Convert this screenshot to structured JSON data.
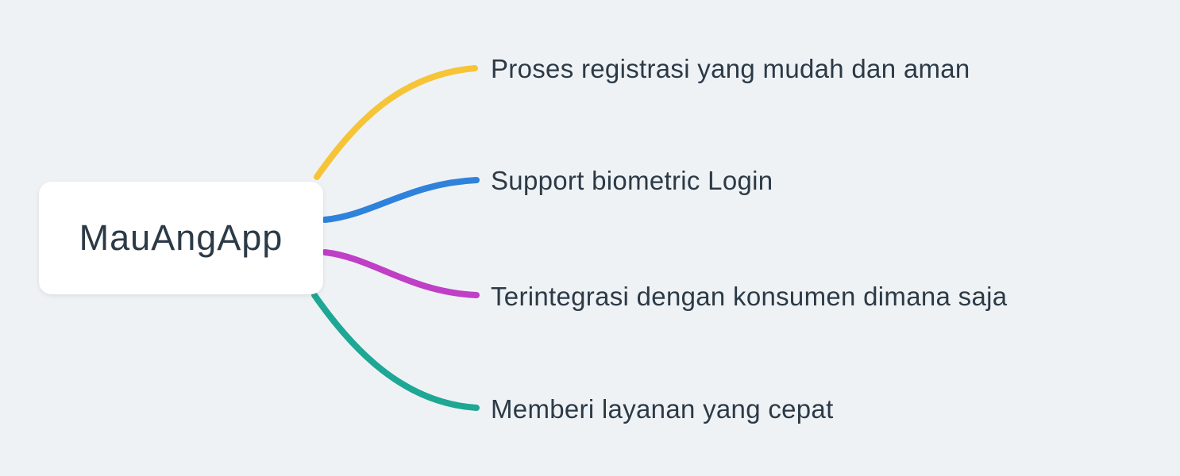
{
  "canvas": {
    "background_color": "#eff2f5",
    "text_color": "#2c3a47",
    "node_background_color": "#ffffff"
  },
  "mindmap": {
    "root": {
      "label": "MauAngApp"
    },
    "branches": [
      {
        "label": "Proses registrasi yang mudah dan aman",
        "color": "#f6c437"
      },
      {
        "label": "Support biometric Login",
        "color": "#2f82db"
      },
      {
        "label": "Terintegrasi dengan konsumen dimana saja",
        "color": "#bf3fc7"
      },
      {
        "label": "Memberi layanan yang cepat",
        "color": "#1ea794"
      }
    ]
  }
}
